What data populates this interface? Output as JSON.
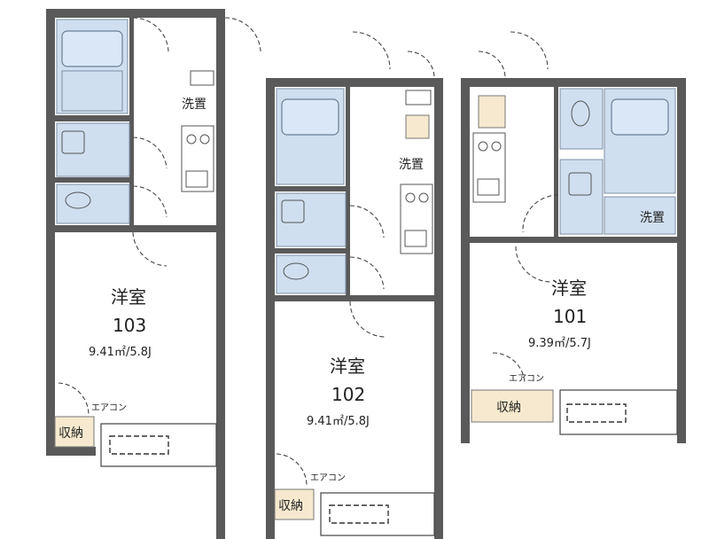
{
  "units": [
    {
      "id": "103",
      "room_type": "洋室",
      "room_number": "103",
      "area": "9.41㎡/5.8J",
      "wash_label": "洗置",
      "storage_label": "収納",
      "aircon_label": "エアコン"
    },
    {
      "id": "102",
      "room_type": "洋室",
      "room_number": "102",
      "area": "9.41㎡/5.8J",
      "wash_label": "洗置",
      "storage_label": "収納",
      "aircon_label": "エアコン"
    },
    {
      "id": "101",
      "room_type": "洋室",
      "room_number": "101",
      "area": "9.39㎡/5.7J",
      "wash_label": "洗置",
      "storage_label": "収納",
      "aircon_label": "エアコン"
    }
  ]
}
